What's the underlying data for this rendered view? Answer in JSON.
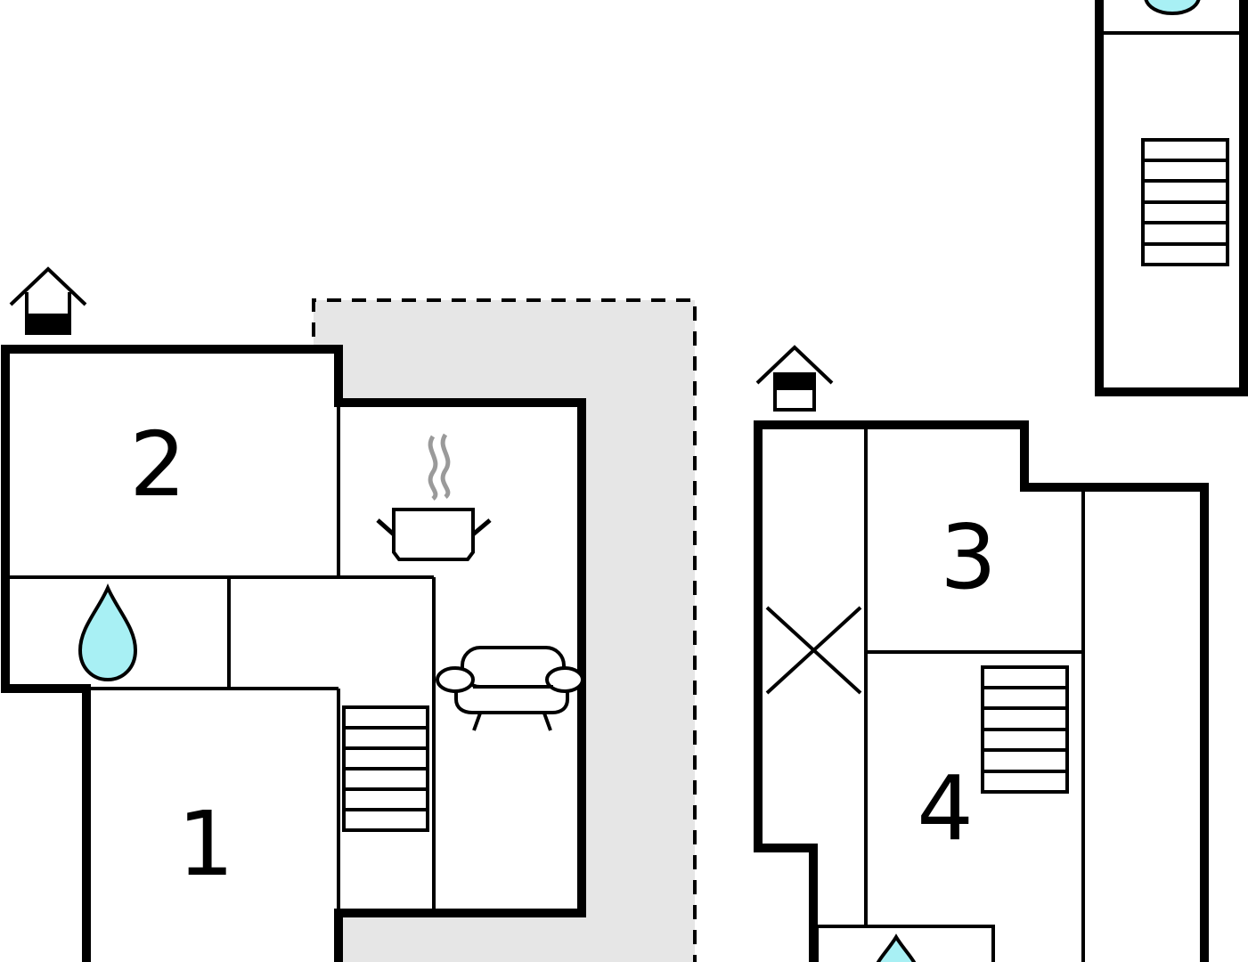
{
  "colors": {
    "wall": "#000000",
    "background": "#ffffff",
    "terrace": "#e6e6e6",
    "water": "#a8f0f4",
    "steam": "#9a9a9a"
  },
  "rooms": {
    "room_1": {
      "label": "1"
    },
    "room_2": {
      "label": "2"
    },
    "room_3": {
      "label": "3"
    },
    "room_4": {
      "label": "4"
    }
  },
  "icons": {
    "chimney": "house-chimney-icon",
    "water": "water-drop-icon",
    "stairs": "stairs-icon",
    "kitchen": "cooking-pot-icon",
    "sofa": "sofa-icon",
    "void": "void-cross-icon"
  }
}
